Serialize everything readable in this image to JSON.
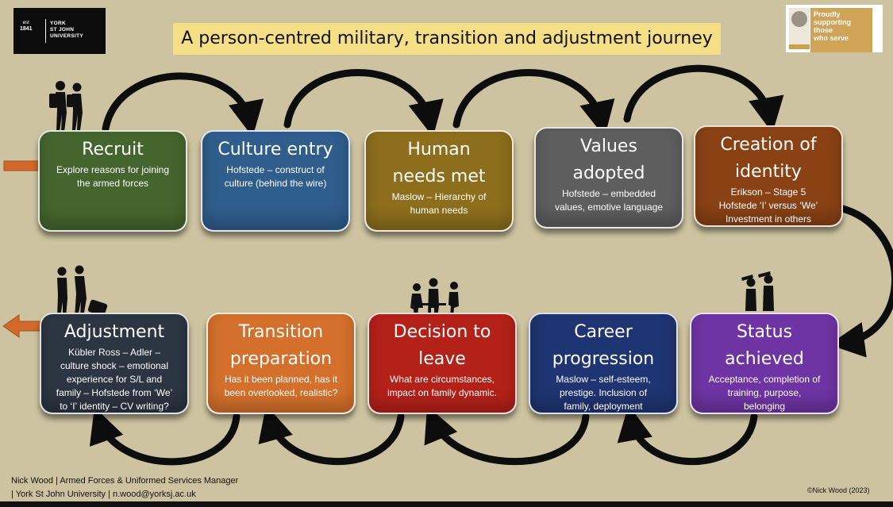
{
  "title": "A person-centred military, transition and adjustment journey",
  "logo_left": {
    "est": "est",
    "year": "1841",
    "name": "YORK\nST JOHN\nUNIVERSITY"
  },
  "logo_right": {
    "text": "Proudly\nsupporting\nthose\nwho serve"
  },
  "top_row": [
    {
      "heading": "Recruit",
      "detail": "Explore reasons for joining\nthe armed forces",
      "color": "#45652e"
    },
    {
      "heading": "Culture entry",
      "detail": "Hofstede – construct of\nculture (behind the wire)",
      "color": "#2f5d8c"
    },
    {
      "heading": "Human\nneeds met",
      "detail": "Maslow – Hierarchy of\nhuman needs",
      "color": "#8c6e1c"
    },
    {
      "heading": "Values\nadopted",
      "detail": "Hofstede – embedded\nvalues, emotive language",
      "color": "#5e5e5e"
    },
    {
      "heading": "Creation of\nidentity",
      "detail": "Erikson – Stage 5\nHofstede ‘I’ versus ‘We’\nInvestment in others",
      "color": "#8a4215"
    }
  ],
  "bottom_row": [
    {
      "heading": "Adjustment",
      "detail": "Kübler Ross – Adler –\nculture shock – emotional\nexperience for S/L and\nfamily – Hofstede from ‘We’\nto ‘I’ identity – CV writing?",
      "color": "#2c3542"
    },
    {
      "heading": "Transition\npreparation",
      "detail": "Has it been planned, has it\nbeen overlooked, realistic?",
      "color": "#d4702c"
    },
    {
      "heading": "Decision to\nleave",
      "detail": "What are circumstances,\nimpact on family dynamic.",
      "color": "#b42119"
    },
    {
      "heading": "Career\nprogression",
      "detail": "Maslow – self-esteem,\nprestige. Inclusion of\nfamily, deployment",
      "color": "#1f3472"
    },
    {
      "heading": "Status\nachieved",
      "detail": "Acceptance, completion of\ntraining, purpose,\nbelonging",
      "color": "#6f34a4"
    }
  ],
  "footer": {
    "line1": "Nick Wood | Armed Forces & Uniformed Services Manager",
    "line2": "| York St John University | n.wood@yorksj.ac.uk",
    "copyright": "©Nick Wood (2023)"
  },
  "colors": {
    "background": "#cdc3a0",
    "title_bg": "#f4de86",
    "arrow_in_out": "#d0692a",
    "loop_arrows": "#0d0d0d"
  },
  "icons": [
    "walking-pair-icon",
    "seated-group-icon",
    "saluting-pair-icon",
    "travellers-icon",
    "entry-arrow-icon",
    "exit-arrow-icon"
  ]
}
